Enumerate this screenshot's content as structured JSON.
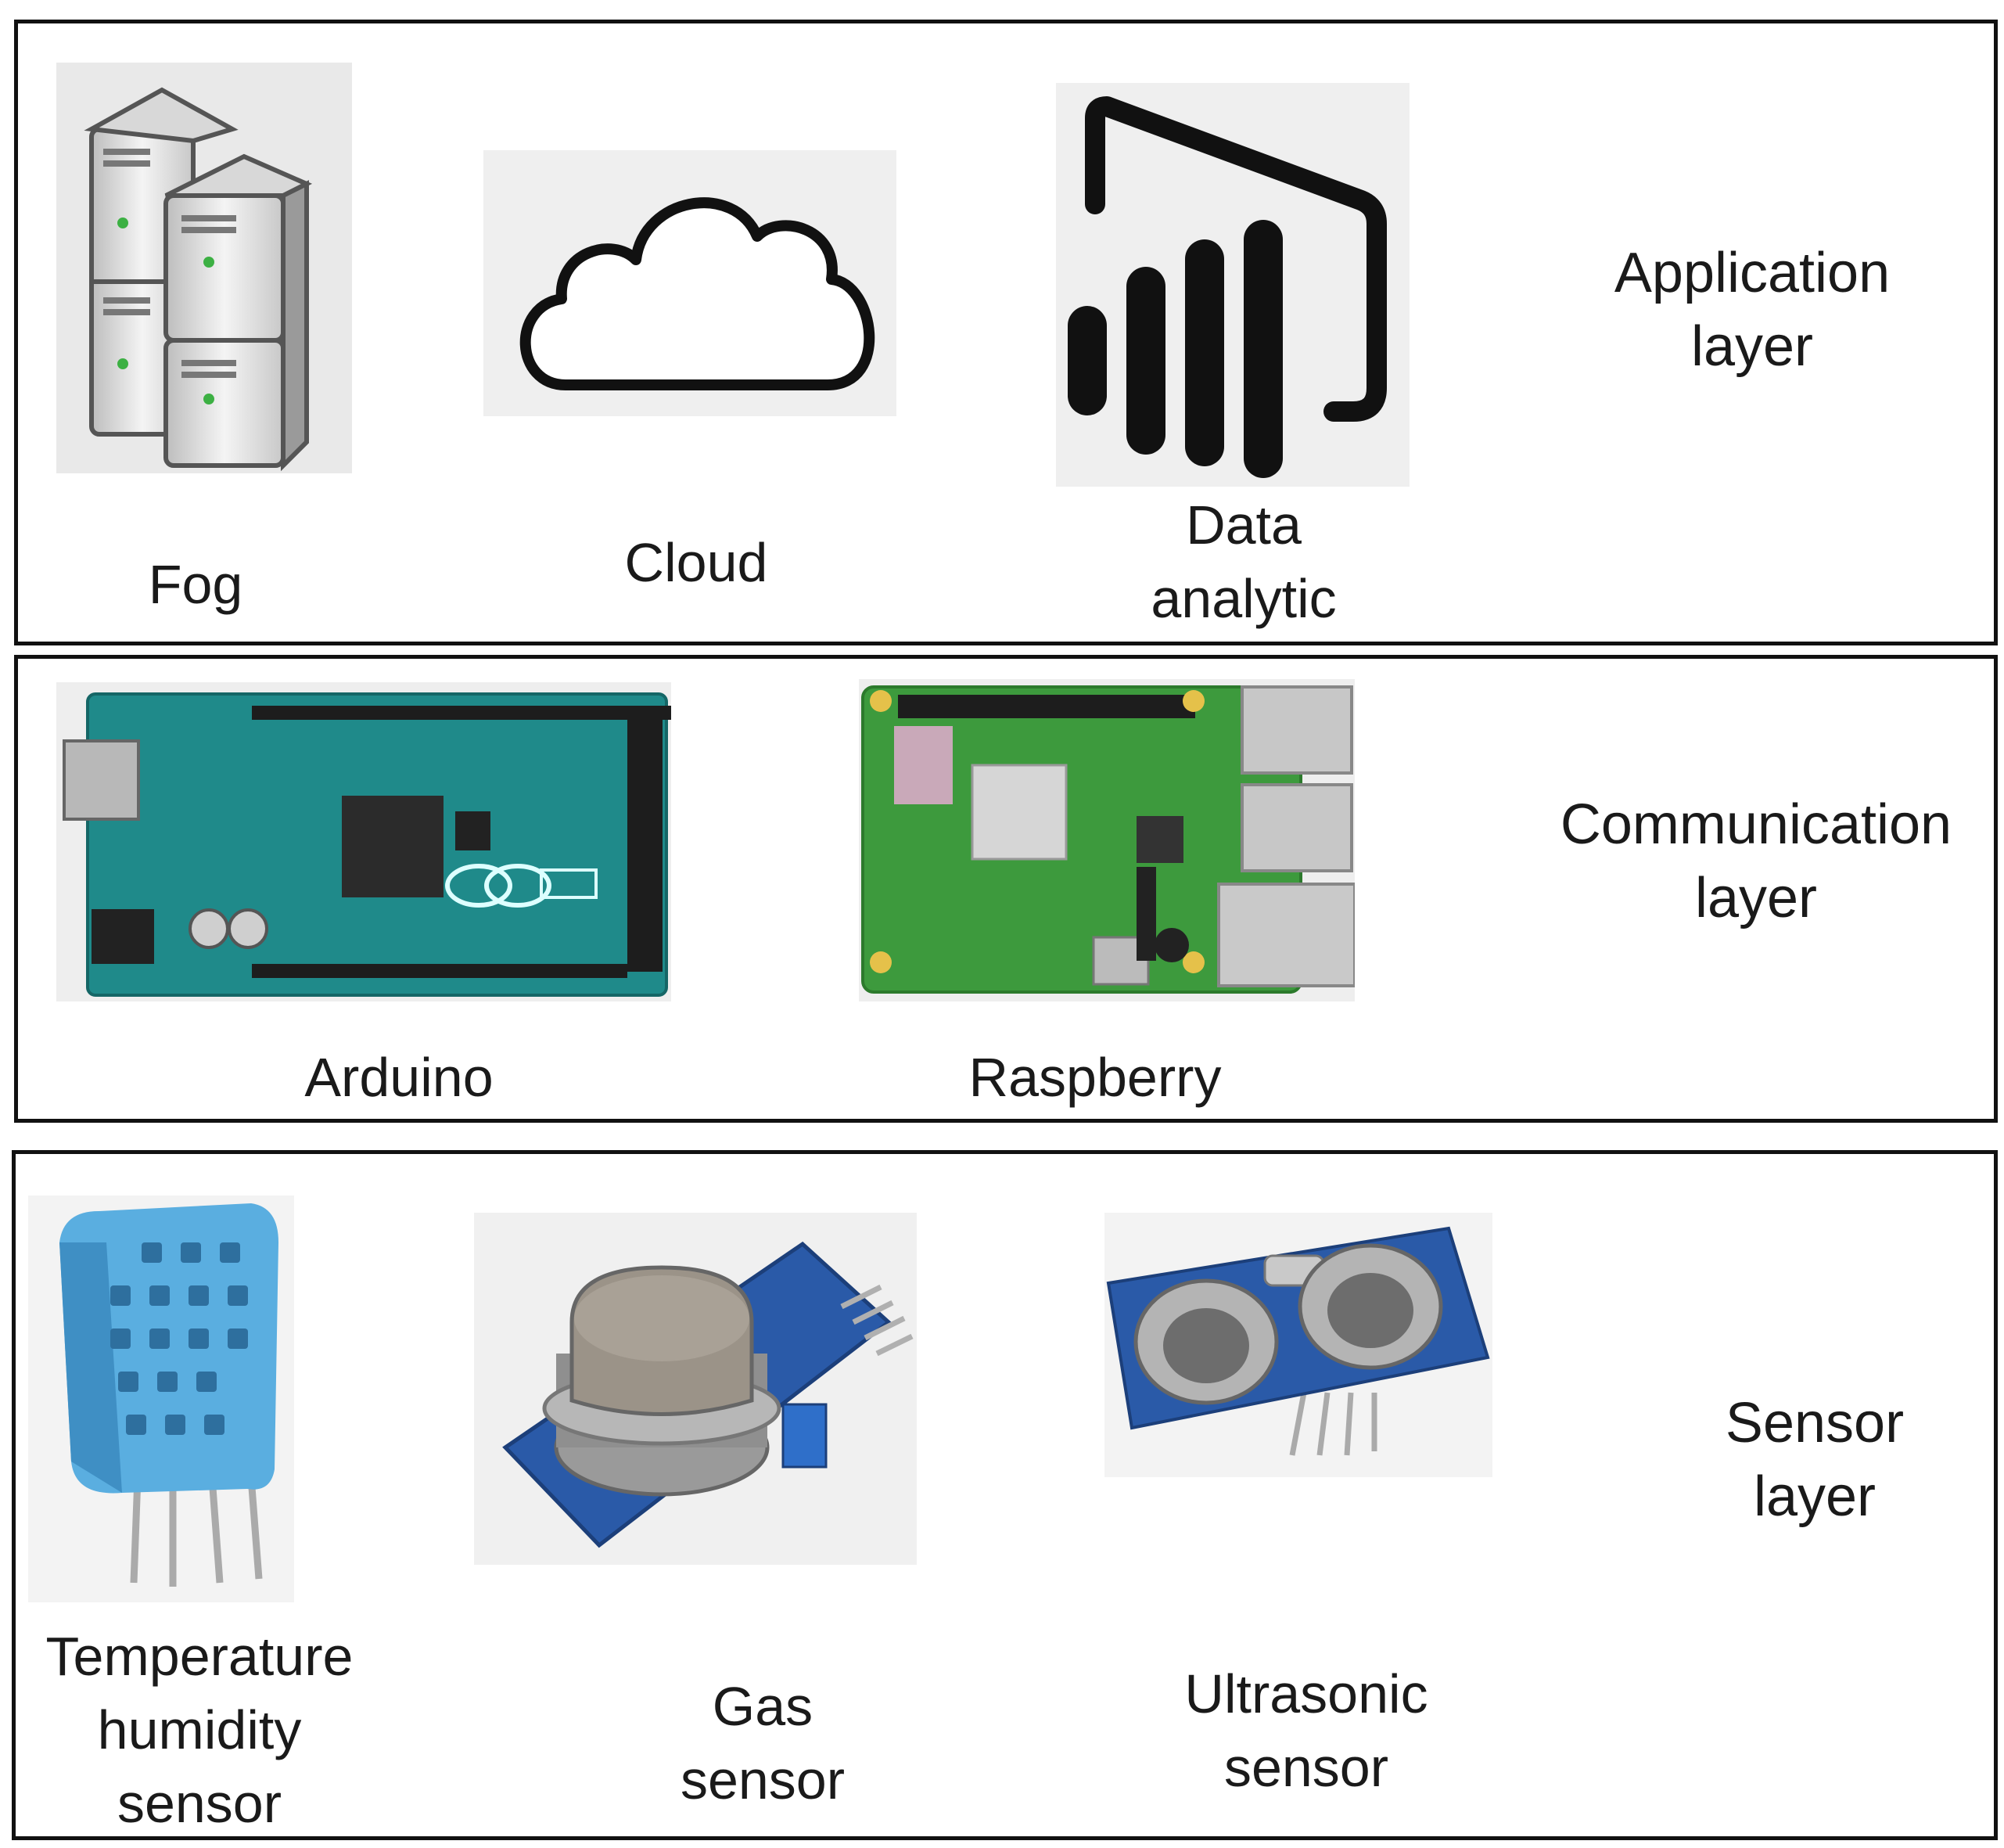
{
  "layers": [
    {
      "name": "Application\nlayer",
      "items": [
        {
          "label": "Fog",
          "icon": "server-stack-icon"
        },
        {
          "label": "Cloud",
          "icon": "cloud-icon"
        },
        {
          "label": "Data\nanalytic",
          "icon": "analytics-icon"
        }
      ]
    },
    {
      "name": "Communication\nlayer",
      "items": [
        {
          "label": "Arduino",
          "icon": "arduino-board-icon"
        },
        {
          "label": "Raspberry",
          "icon": "raspberry-pi-board-icon"
        }
      ]
    },
    {
      "name": "Sensor\nlayer",
      "items": [
        {
          "label": "Temperature\nhumidity\nsensor",
          "icon": "dht-sensor-icon"
        },
        {
          "label": "Gas\nsensor",
          "icon": "gas-sensor-icon"
        },
        {
          "label": "Ultrasonic\nsensor",
          "icon": "ultrasonic-sensor-icon"
        }
      ]
    }
  ],
  "colors": {
    "border": "#111111",
    "arduino_pcb": "#1f8a8a",
    "raspberry_pcb": "#3d9a3d",
    "dht_body": "#5aaee0",
    "sensor_pcb": "#2a5aa8"
  }
}
